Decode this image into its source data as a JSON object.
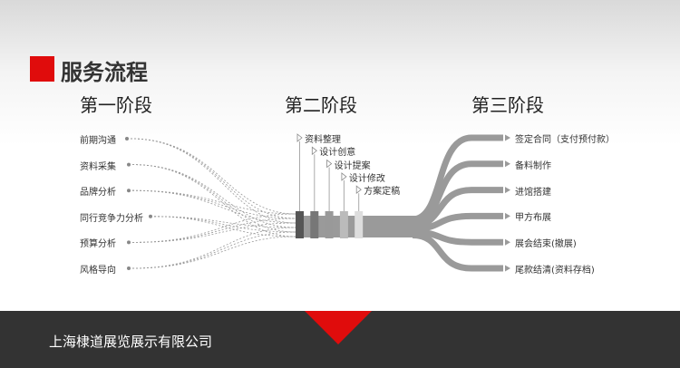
{
  "title": "服务流程",
  "phases": [
    "第一阶段",
    "第二阶段",
    "第三阶段"
  ],
  "stage1": [
    "前期沟通",
    "资料采集",
    "品牌分析",
    "同行竞争力分析",
    "预算分析",
    "风格导向"
  ],
  "stage2": [
    "资料整理",
    "设计创意",
    "设计提案",
    "设计修改",
    "方案定稿"
  ],
  "stage3": [
    "签定合同（支付预付款）",
    "备料制作",
    "进馆搭建",
    "甲方布展",
    "展会结束(撤展)",
    "尾款结清(资料存档)"
  ],
  "footer": "上海棣道展览展示有限公司",
  "colors": {
    "accent": "#e00c0c",
    "footer": "#333333",
    "branch": "#9a9a9a"
  }
}
